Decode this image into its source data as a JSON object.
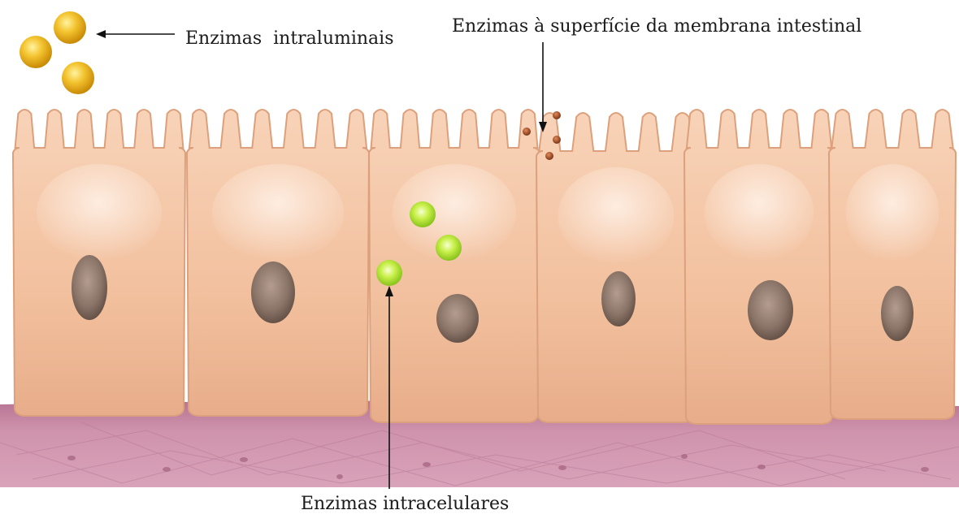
{
  "labels": {
    "intraluminal": "Enzimas  intraluminais",
    "membrane": "Enzimas à superfície da membrana intestinal",
    "intracellular": "Enzimas intracelulares"
  },
  "colors": {
    "cell_fill": "#f4c4a2",
    "cell_edge": "#dca07c",
    "nucleus": "#8a7468",
    "tissue": "#c98aa5",
    "intraluminal_enzyme": "#f2b81e",
    "membrane_enzyme": "#9a4a26",
    "intracellular_enzyme": "#a9e23a"
  },
  "cells_count": 6
}
